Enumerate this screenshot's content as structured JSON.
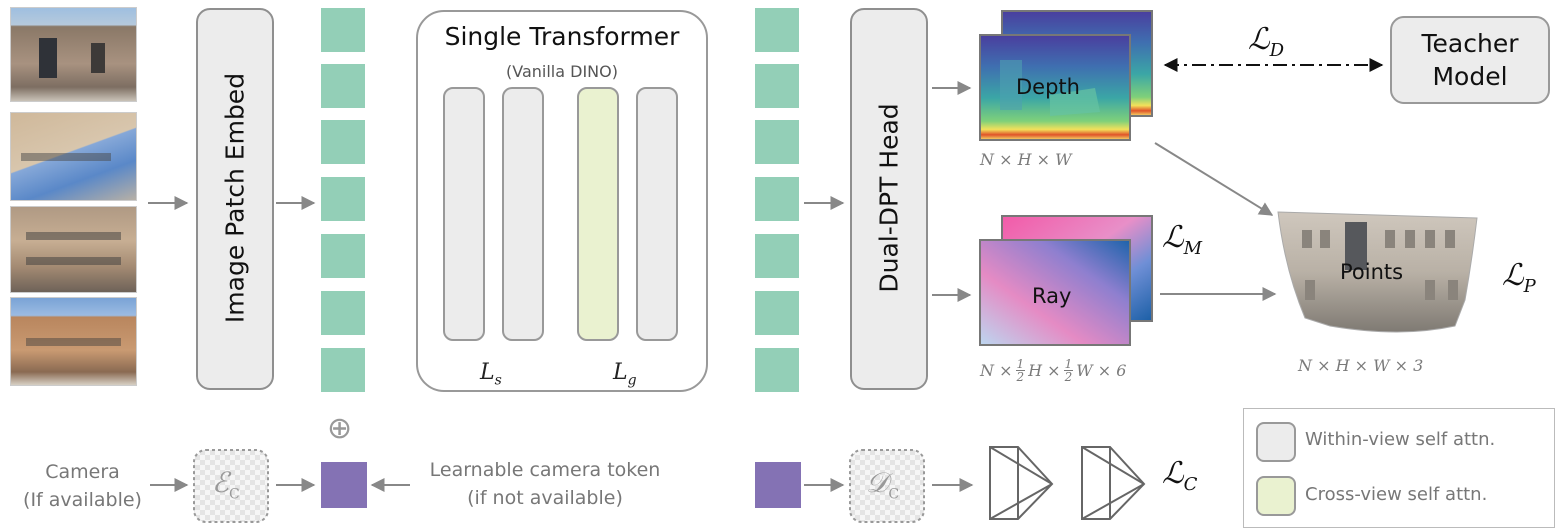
{
  "image_patch_embed_label": "Image Patch Embed",
  "transformer": {
    "title": "Single Transformer",
    "subtitle": "(Vanilla DINO)",
    "ls_base": "L",
    "ls_sub": "s",
    "lg_base": "L",
    "lg_sub": "g"
  },
  "head_label": "Dual-DPT Head",
  "depth": {
    "label": "Depth",
    "dims": "N × H × W",
    "loss_base": "ℒ",
    "loss_sub": "D"
  },
  "teacher": {
    "line1": "Teacher",
    "line2": "Model"
  },
  "ray": {
    "label": "Ray",
    "dims_prefix": "N ×",
    "half_num": "1",
    "half_den": "2",
    "h_part": "H ×",
    "w_part": "W × 6",
    "loss_base": "ℒ",
    "loss_sub": "M"
  },
  "points": {
    "label": "Points",
    "dims": "N × H × W × 3",
    "loss_base": "ℒ",
    "loss_sub": "P"
  },
  "camera": {
    "input_line1": "Camera",
    "input_line2": "(If available)",
    "encoder_base": "ℰ",
    "encoder_sub": "C",
    "plus_symbol": "⊕",
    "token_line1": "Learnable camera token",
    "token_line2": "(if not available)",
    "decoder_base": "𝒟",
    "decoder_sub": "C",
    "loss_base": "ℒ",
    "loss_sub": "C"
  },
  "legend": {
    "within": "Within-view self attn.",
    "cross": "Cross-view self attn."
  },
  "colors": {
    "token": "#93cfb7",
    "camera_token": "#8472b4",
    "within_attn": "#ececec",
    "cross_attn": "#eaf2d0",
    "arrow": "#888888"
  }
}
